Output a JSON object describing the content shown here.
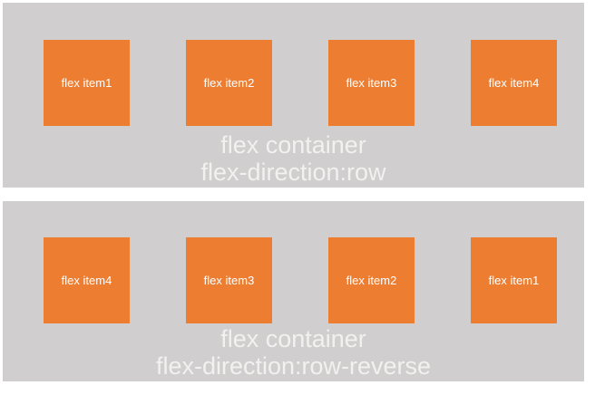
{
  "containers": [
    {
      "caption_line1": "flex container",
      "caption_line2": "flex-direction:row",
      "items": [
        {
          "label": "flex item1"
        },
        {
          "label": "flex item2"
        },
        {
          "label": "flex item3"
        },
        {
          "label": "flex item4"
        }
      ]
    },
    {
      "caption_line1": "flex container",
      "caption_line2": "flex-direction:row-reverse",
      "items": [
        {
          "label": "flex item4"
        },
        {
          "label": "flex item3"
        },
        {
          "label": "flex item2"
        },
        {
          "label": "flex item1"
        }
      ]
    }
  ],
  "colors": {
    "container_background": "#d0cece",
    "item_background": "#ed7d31",
    "item_text": "#ffffff",
    "caption_text": "#f2f1ef",
    "page_background": "#ffffff"
  }
}
